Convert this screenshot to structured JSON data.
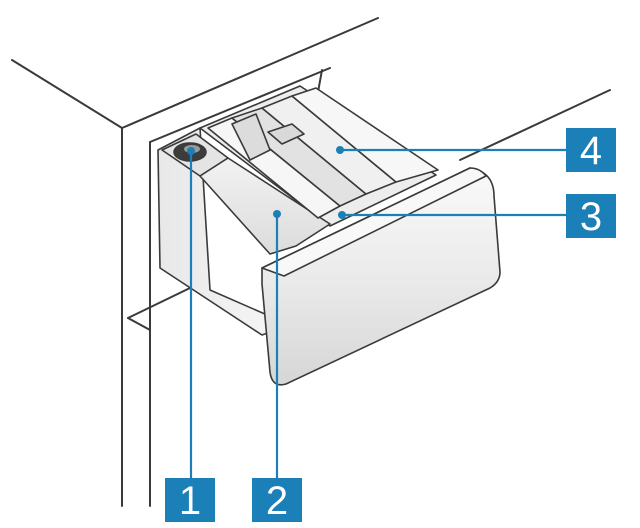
{
  "diagram": {
    "colors": {
      "outline": "#3a3a3a",
      "callout_fill": "#1b7fb8",
      "callout_text": "#ffffff",
      "leader_line": "#1b7fb8",
      "shade_light": "#f4f4f4",
      "shade_mid": "#e6e6e6",
      "shade_dark": "#cfcfcf"
    },
    "callouts": [
      {
        "label": "1"
      },
      {
        "label": "2"
      },
      {
        "label": "3"
      },
      {
        "label": "4"
      }
    ]
  }
}
